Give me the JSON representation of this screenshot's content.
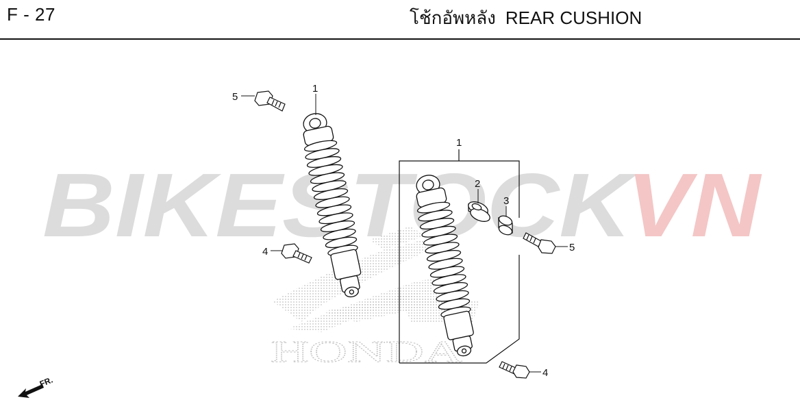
{
  "header": {
    "page_code": "F - 27",
    "title_thai": "โช้กอัพหลัง",
    "title_en": "REAR CUSHION"
  },
  "watermark": {
    "left_text": "BIKESTOCK",
    "right_text": "VN",
    "left_color": "#dcdcdc",
    "right_color": "#f4c6c6"
  },
  "background_logo": {
    "brand": "HONDA"
  },
  "parts": {
    "left_shock_label": "1",
    "right_group_label": "1",
    "collar_a_label": "2",
    "collar_b_label": "3",
    "left_lower_bolt_label": "4",
    "right_lower_bolt_label": "4",
    "left_upper_bolt_label": "5",
    "right_upper_bolt_label": "5"
  },
  "direction": {
    "label": "FR."
  },
  "colors": {
    "line": "#111111"
  }
}
